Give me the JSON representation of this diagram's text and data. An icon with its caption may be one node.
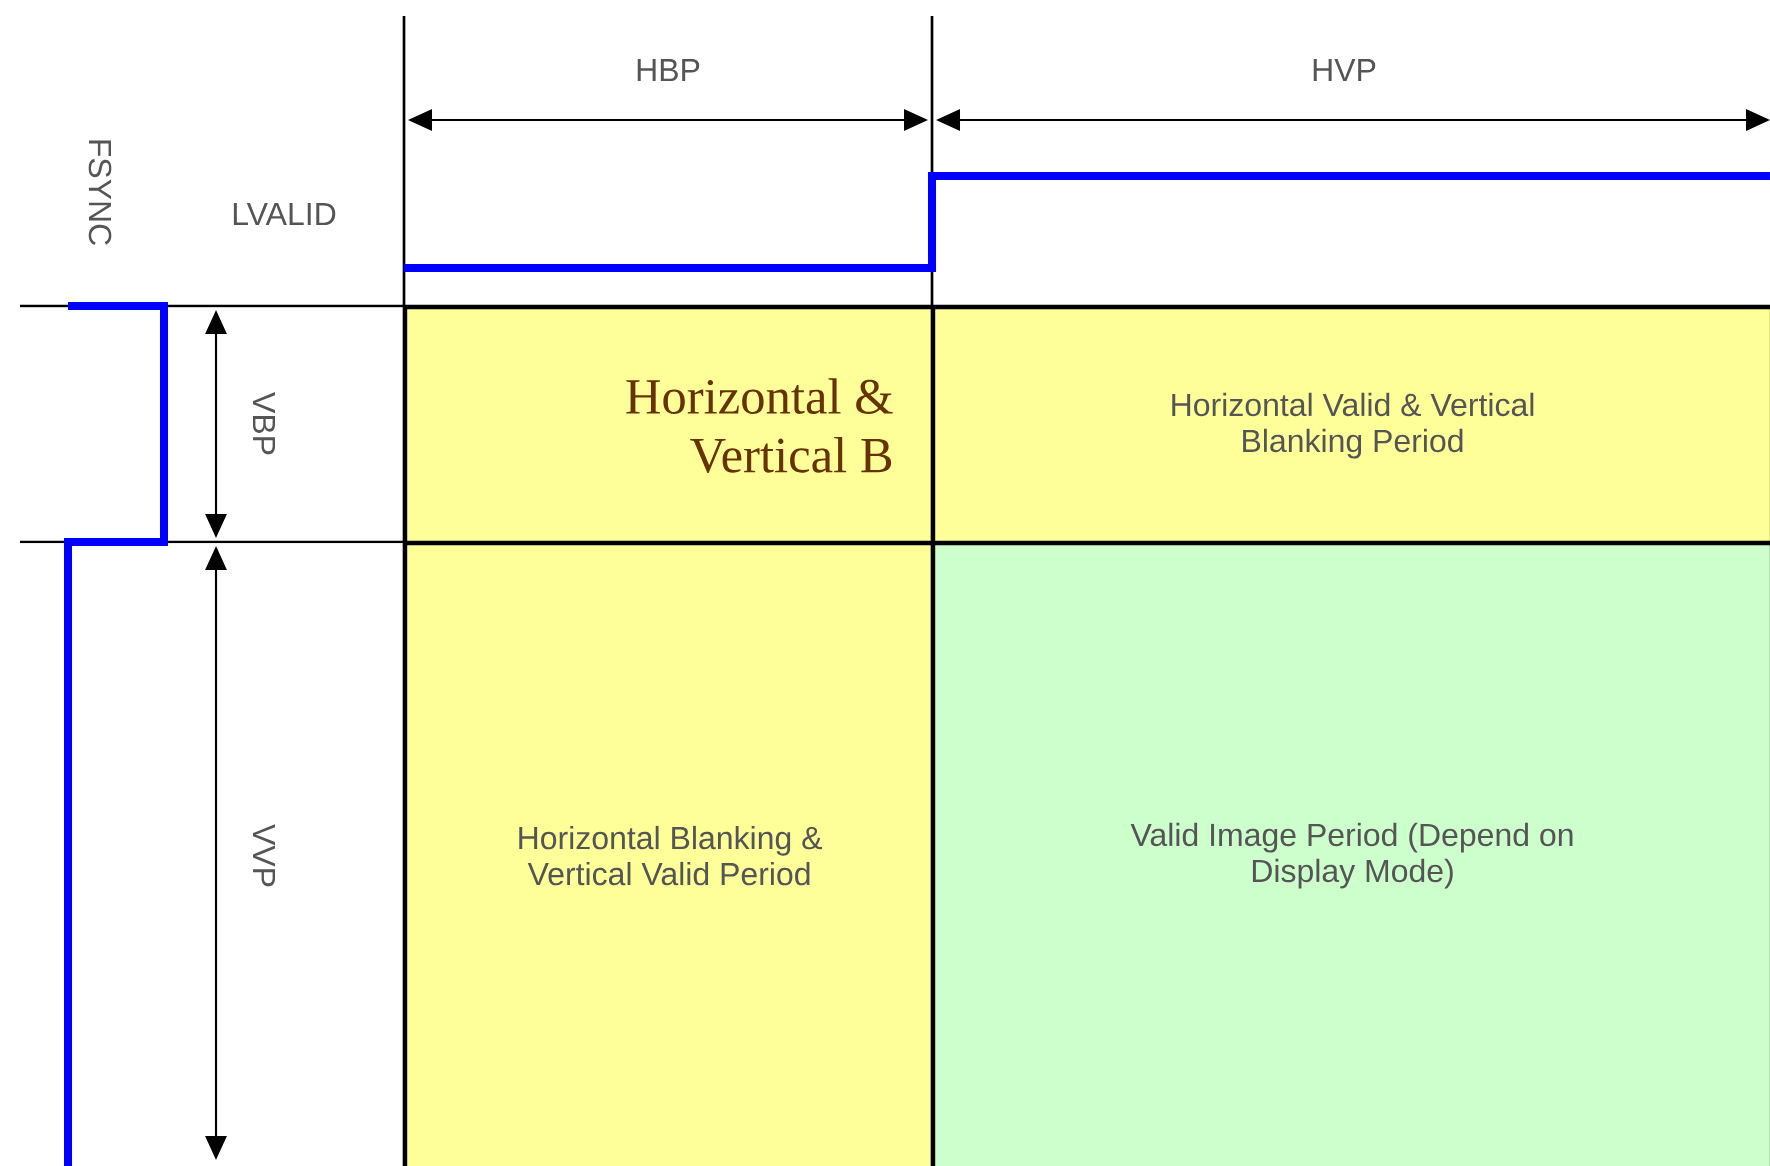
{
  "diagram": {
    "nodes": [
      {
        "text": [
          "Horizontal & Vertical B"
        ]
      },
      {
        "text": [
          "Horizontal Valid & Vertical Blanking Period"
        ]
      },
      {
        "text": [
          "Horizontal Blanking & Vertical Valid Period"
        ]
      },
      {
        "text": [
          "Valid Image Period (Depend on Display Mode)"
        ]
      }
    ],
    "labels": [
      "HBP",
      "HVP",
      "FSYNC",
      "LVALID",
      "VBP",
      "VVP"
    ]
  }
}
